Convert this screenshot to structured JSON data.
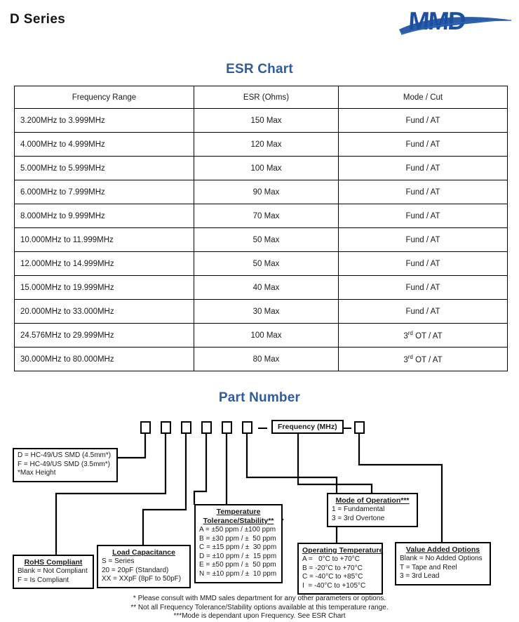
{
  "header": {
    "title": "D Series",
    "logo_text": "MMD",
    "logo_color": "#1b4fa0"
  },
  "accent_color": "#2e5c9e",
  "esr_section": {
    "title": "ESR Chart",
    "columns": [
      "Frequency Range",
      "ESR (Ohms)",
      "Mode / Cut"
    ],
    "rows": [
      {
        "range": "3.200MHz to 3.999MHz",
        "esr": "150 Max",
        "mode": "Fund / AT",
        "mode_sup": ""
      },
      {
        "range": "4.000MHz to 4.999MHz",
        "esr": "120 Max",
        "mode": "Fund / AT",
        "mode_sup": ""
      },
      {
        "range": "5.000MHz to 5.999MHz",
        "esr": "100 Max",
        "mode": "Fund / AT",
        "mode_sup": ""
      },
      {
        "range": "6.000MHz to 7.999MHz",
        "esr": "90 Max",
        "mode": "Fund / AT",
        "mode_sup": ""
      },
      {
        "range": "8.000MHz to 9.999MHz",
        "esr": "70 Max",
        "mode": "Fund / AT",
        "mode_sup": ""
      },
      {
        "range": "10.000MHz to 11.999MHz",
        "esr": "50 Max",
        "mode": "Fund / AT",
        "mode_sup": ""
      },
      {
        "range": "12.000MHz to 14.999MHz",
        "esr": "50 Max",
        "mode": "Fund / AT",
        "mode_sup": ""
      },
      {
        "range": "15.000MHz to 19.999MHz",
        "esr": "40 Max",
        "mode": "Fund / AT",
        "mode_sup": ""
      },
      {
        "range": "20.000MHz to 33.000MHz",
        "esr": "30 Max",
        "mode": "Fund / AT",
        "mode_sup": ""
      },
      {
        "range": "24.576MHz to 29.999MHz",
        "esr": "100 Max",
        "mode_prefix": "3",
        "mode_sup": "rd",
        "mode_suffix": " OT / AT"
      },
      {
        "range": "30.000MHz to 80.000MHz",
        "esr": "80 Max",
        "mode_prefix": "3",
        "mode_sup": "rd",
        "mode_suffix": " OT / AT"
      }
    ]
  },
  "part_number": {
    "title": "Part Number",
    "slot_count": 7,
    "frequency_label": "Frequency (MHz)",
    "separator": "—",
    "callouts": {
      "package": {
        "lines": [
          "D = HC-49/US SMD (4.5mm*)",
          "F = HC-49/US SMD (3.5mm*)",
          "*Max Height"
        ]
      },
      "rohs": {
        "title": "RoHS Compliant",
        "lines": [
          "Blank = Not Compliant",
          "F = Is Compliant"
        ]
      },
      "load_capacitance": {
        "title": "Load Capacitance",
        "lines": [
          "S = Series",
          "20 = 20pF (Standard)",
          "XX = XXpF (8pF to 50pF)"
        ]
      },
      "temperature_tolerance": {
        "title_line1": "Temperature",
        "title_line2": "Tolerance/Stability**",
        "lines": [
          "A = ±50 ppm / ±100 ppm",
          "B = ±30 ppm / ±  50 ppm",
          "C = ±15 ppm / ±  30 ppm",
          "D = ±10 ppm / ±  15 ppm",
          "E = ±50 ppm / ±  50 ppm",
          "N = ±10 ppm / ±  10 ppm"
        ]
      },
      "operating_temperature": {
        "title": "Operating Temperature",
        "lines": [
          "A =   0°C to +70°C",
          "B = -20°C to +70°C",
          "C = -40°C to +85°C",
          "I  = -40°C to +105°C"
        ]
      },
      "mode_of_operation": {
        "title": "Mode of Operation***",
        "lines": [
          "1 = Fundamental",
          "3 = 3rd Overtone"
        ]
      },
      "value_added_options": {
        "title": "Value Added Options",
        "lines": [
          "Blank = No Added Options",
          "T = Tape and Reel",
          "3 = 3rd Lead"
        ]
      }
    },
    "footnotes": [
      "* Please consult with MMD sales department for any other parameters or options.",
      "** Not all Frequency Tolerance/Stability options available at this temperature range.",
      "***Mode is dependant upon Frequency. See ESR Chart"
    ]
  }
}
